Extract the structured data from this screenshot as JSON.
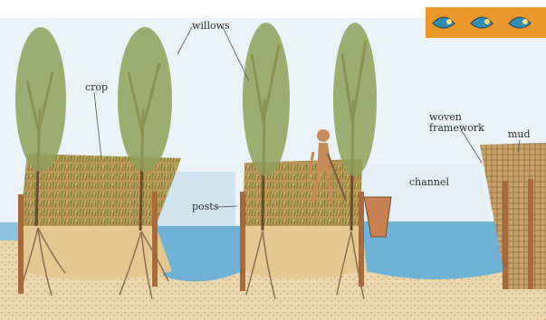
{
  "diagram": {
    "labels": {
      "willows": "willows",
      "crop": "crop",
      "posts": "posts",
      "channel": "channel",
      "woven_framework_line1": "woven",
      "woven_framework_line2": "framework",
      "mud": "mud"
    },
    "colors": {
      "sky": "#d9eaf4",
      "water": "#6fb2d6",
      "soil": "#e6d2a9",
      "post": "#a86a3a",
      "tree": "#7e8f47",
      "crop": "#b48a4a",
      "label_line": "#555555",
      "decor_tile": "#e9962b",
      "decor_bird": "#2e8fb3"
    },
    "decor": {
      "icons": [
        "bird-glyph",
        "bird-glyph",
        "bird-glyph"
      ]
    }
  }
}
